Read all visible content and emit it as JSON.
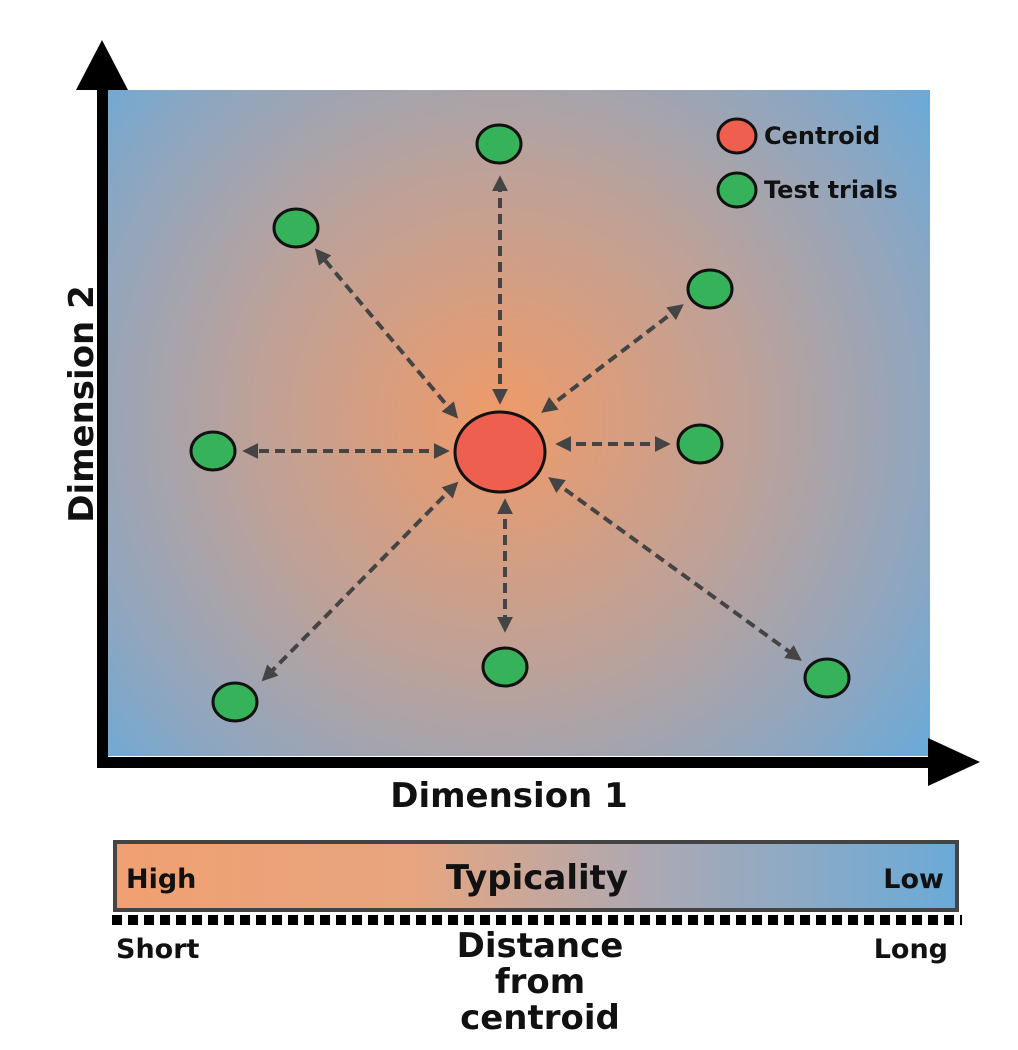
{
  "axes": {
    "x_label": "Dimension 1",
    "y_label": "Dimension 2"
  },
  "legend": {
    "centroid": "Centroid",
    "test_trials": "Test trials"
  },
  "colors": {
    "centroid": "#ee5f4f",
    "test_trial": "#36b35a",
    "high_typicality": "#f0a071",
    "low_typicality": "#6aaad8",
    "arrow": "#444444",
    "axis": "#000000"
  },
  "points": {
    "centroid": "centroid",
    "test_trials": [
      "top",
      "upper-left",
      "upper-right",
      "left",
      "right",
      "lower-left",
      "bottom",
      "lower-right"
    ]
  },
  "typicality_bar": {
    "title": "Typicality",
    "left_label": "High",
    "right_label": "Low"
  },
  "distance_scale": {
    "title": "Distance from centroid",
    "left_label": "Short",
    "right_label": "Long"
  }
}
